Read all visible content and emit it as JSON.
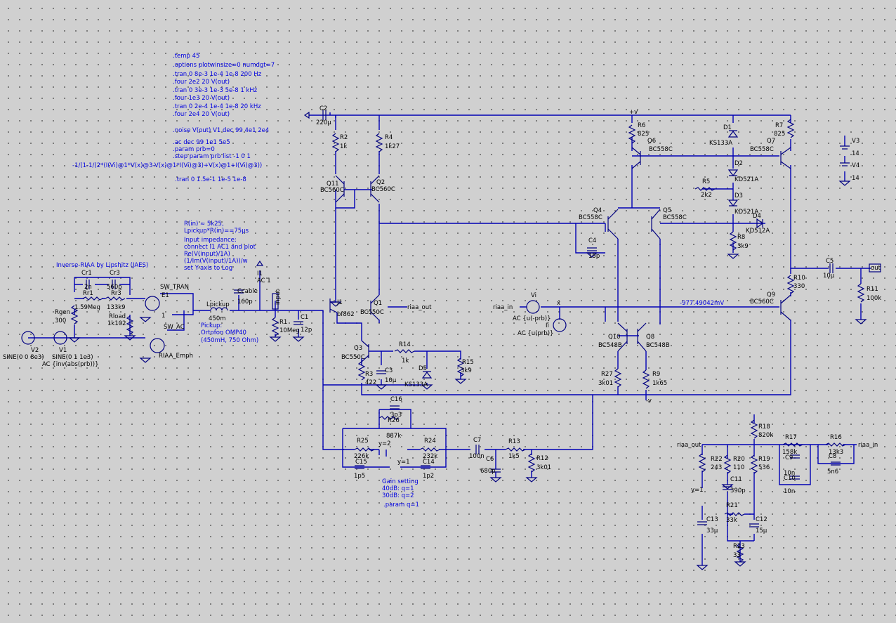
{
  "colors": {
    "wire": "#0000b4",
    "directive": "#0000e0",
    "text": "#000000",
    "background": "#d0d0d0"
  },
  "directives": [
    ".temp 45",
    ".options plotwinsize=0 numdgt=7",
    ".tran 0 8e-3 1e-4 1e-8   200 Hz",
    ".four 2e2 20 V(out)",
    ".tran 0 3e-3 1e-3 5e-8   1 kHz",
    ".four 1e3 20 V(out)",
    ".tran 0 2e-4 1e-4 1e-8   20 kHz",
    ".four 2e4 20 V(out)",
    ".noise V(out) V1 dec 99 4e1 2e4",
    ".ac dec 99 1e1 5e5",
    ".param prb=0",
    ".step param prb list -1 0 1",
    "-1/(1-1/(2*(I(Vi)@1*V(x)@3-V(x)@1*I(Vi)@3)+V(x)@1+I(Vi)@3))",
    ".tran 0 1.5e-1 1e-5 1e-8"
  ],
  "notes": [
    "R(in) ≈ 5k25,",
    "Lpickup*R(in)==75µs",
    "Input impedance:",
    "connect I1 AC1 and plot",
    "Re(V(input)/1A)",
    "(1/Im(V(input)/1A))/w",
    "set Y-axis to Log"
  ],
  "title": "Inverse-RIAA by Lipshitz (JAES)",
  "pickup_note": [
    "Pickup:",
    "Ortofon OMP40",
    "(450mH, 750 Ohm)"
  ],
  "gain_note": [
    "Gain setting",
    "40dB: q=1",
    "30dB: q=2",
    ".param q=1"
  ],
  "probe_voltage": "-977.49042mV",
  "labels": {
    "C2": "C2",
    "C2v": "220µ",
    "R2": "R2",
    "R2v": "1k",
    "R4": "R4",
    "R4v": "1k27",
    "Q11": "Q11",
    "Q11v": "BC560C",
    "Q2": "Q2",
    "Q2v": "BC560C",
    "J1": "J1",
    "J1v": "bf862",
    "Q1": "Q1",
    "Q1v": "BC550C",
    "riaa_out": "riaa_out",
    "Q3": "Q3",
    "Q3v": "BC550C",
    "R14": "R14",
    "R14v": "1k",
    "R15": "R15",
    "R15v": "3k9",
    "C3": "C3",
    "C3v": "10µ",
    "D5": "D5",
    "D5v": "KS133A",
    "R3": "R3",
    "R3v": "422",
    "R6": "R6",
    "R6v": "825",
    "Q6": "Q6",
    "Q6v": "BC558C",
    "D1": "D1",
    "D1v": "KS133A",
    "R7": "R7",
    "R7v": "825",
    "Q7": "Q7",
    "Q7v": "BC558C",
    "D2": "D2",
    "D2v": "KD521A",
    "R5": "R5",
    "R5v": "2k2",
    "D3": "D3",
    "D3v": "KD521A",
    "D4": "D4",
    "D4v": "KD512A",
    "Q4": "Q4",
    "Q4v": "BC558C",
    "Q5": "Q5",
    "Q5v": "BC558C",
    "C4": "C4",
    "C4v": "15p",
    "R8": "R8",
    "R8v": "3k9",
    "C5": "C5",
    "C5v": "10µ",
    "out": "out",
    "R10": "R10",
    "R10v": "330",
    "R11": "R11",
    "R11v": "100k",
    "Q9": "Q9",
    "Q9v": "BC560C",
    "Vi": "Vi",
    "Viv": "AC {u(-prb)}",
    "Ii": "Ii",
    "Iiv": "AC {u(prb)}",
    "riaa_in": "riaa_in",
    "x": "x",
    "Q10": "Q10",
    "Q10v": "BC548B",
    "Q8": "Q8",
    "Q8v": "BC548B",
    "R27": "R27",
    "R27v": "3k01",
    "R9": "R9",
    "R9v": "1k65",
    "V3": "V3",
    "V3v": "14",
    "V4": "V4",
    "V4v": "14",
    "plusv": "+v",
    "minusv": "-v",
    "Cr1": "Cr1",
    "Cr1v": "2n",
    "Cr3": "Cr3",
    "Cr3v": "560p",
    "Rr1": "Rr1",
    "Rr1v": "1.59Meg",
    "Rr3": "Rr3",
    "Rr3v": "133k9",
    "Rload": "Rload",
    "Rloadv": "1k102",
    "Rgen": "Rgen",
    "Rgenv": "300",
    "E1": "E1",
    "E1v": "1",
    "SW_TRAN": "SW_TRAN",
    "SW_AC": "SW_AC",
    "RIAA_Emph": "RIAA_Emph",
    "V2": "V2",
    "V2v": "SINE(0 0 8e3)",
    "V1": "V1",
    "V1v": "SINE(0 1 1e3)",
    "V1ac": "AC {inv(abs(prb))}",
    "Lpickup": "Lpickup",
    "Lpickupv": "450m",
    "Ccable": "Ccable",
    "Ccablev": "160p",
    "I1": "I1",
    "I1v": "AC 1",
    "input": "input",
    "R1": "R1",
    "R1v": "10Meg",
    "C1": "C1",
    "C1v": "12p",
    "C16": "C16",
    "C16v": "3p3",
    "R26": "R26",
    "R26v": "887k",
    "R25": "R25",
    "R25v": "226k",
    "C15": "C15",
    "C15v": "1p5",
    "R24": "R24",
    "R24v": "232k",
    "C14": "C14",
    "C14v": "1p2",
    "y2": "y=2",
    "y1": "y=1",
    "C7": "C7",
    "C7v": "100n",
    "R13": "R13",
    "R13v": "1k5",
    "C6": "C6",
    "C6v": "680p",
    "R12": "R12",
    "R12v": "3k01",
    "R18": "R18",
    "R18v": "820k",
    "R17": "R17",
    "R17v": "158k",
    "R16": "R16",
    "R16v": "13k3",
    "R22": "R22",
    "R22v": "243",
    "R20": "R20",
    "R20v": "110",
    "R19": "R19",
    "R19v": "536",
    "C9": "C9",
    "C9v": "10n",
    "C10": "C10",
    "C10v": "10n",
    "C8": "C8",
    "C8v": "5n6",
    "C11": "C11",
    "C11v": "390p",
    "R21": "R21",
    "R21v": "33k",
    "C13": "C13",
    "C13v": "33µ",
    "C12": "C12",
    "C12v": "15µ",
    "R23": "R23",
    "R23v": "33",
    "y1b": "y=1",
    "riaa_out2": "riaa_out",
    "riaa_in2": "riaa_in"
  }
}
